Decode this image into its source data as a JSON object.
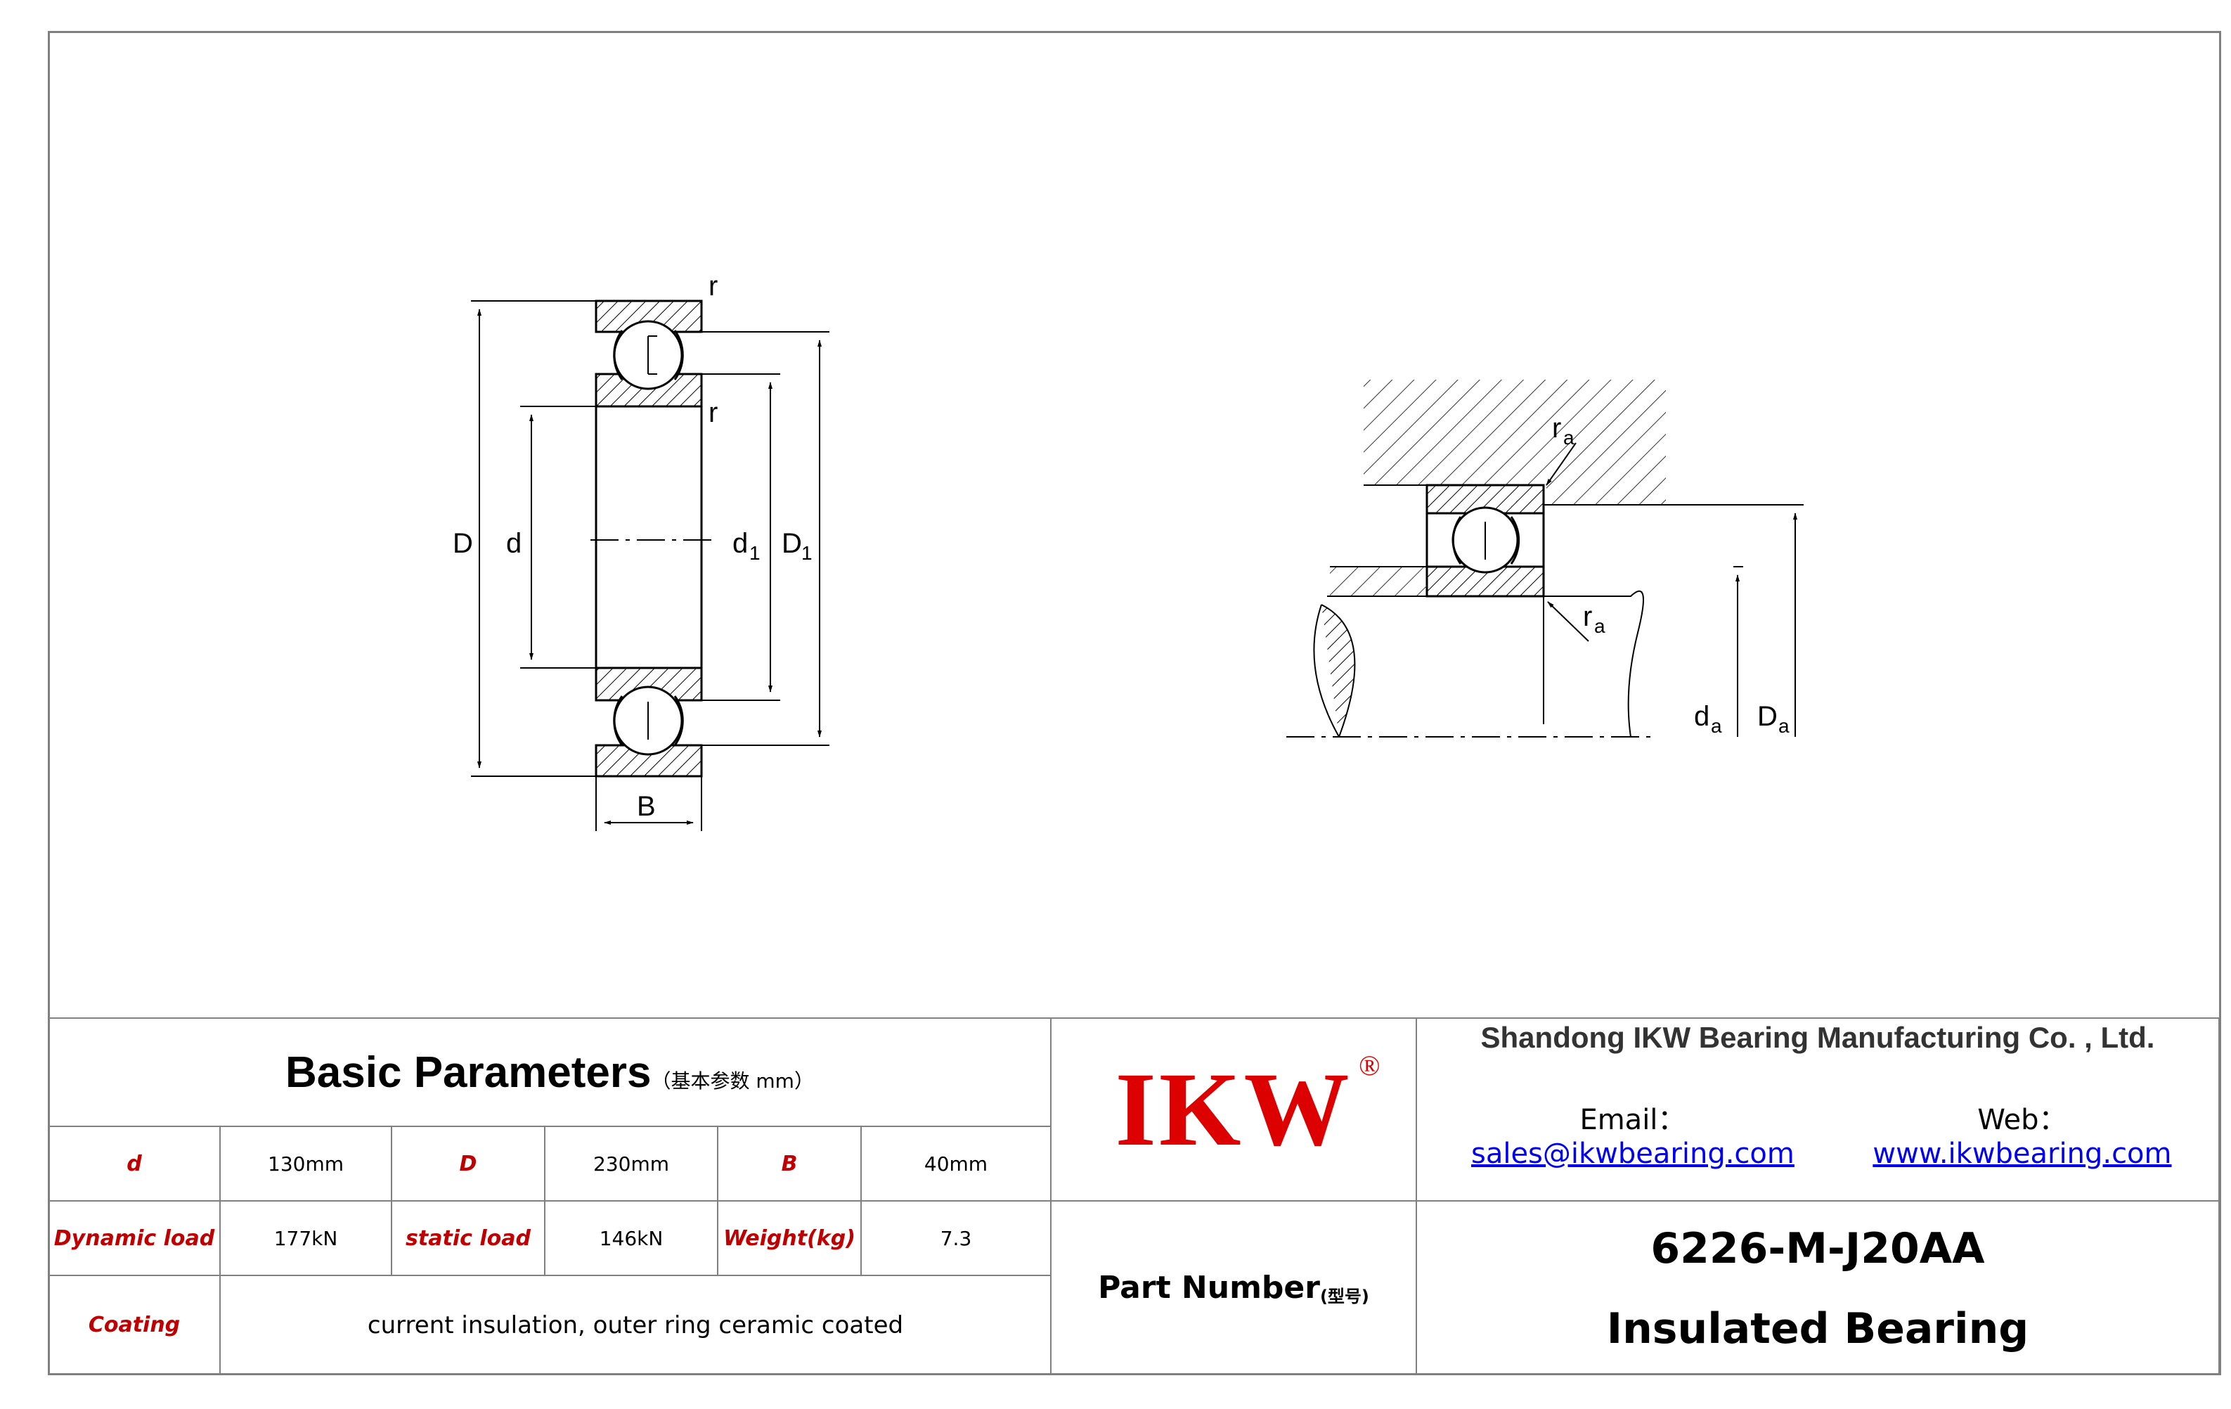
{
  "drawing": {
    "left": {
      "D": "D",
      "d": "d",
      "d1": "d",
      "d1_sub": "1",
      "D1": "D",
      "D1_sub": "1",
      "B": "B",
      "r_top": "r",
      "r_mid": "r"
    },
    "right": {
      "ra_top": "r",
      "ra_top_sub": "a",
      "ra_bot": "r",
      "ra_bot_sub": "a",
      "da": "d",
      "da_sub": "a",
      "Da": "D",
      "Da_sub": "a"
    }
  },
  "params": {
    "title": "Basic Parameters",
    "subtitle": "（基本参数 mm）",
    "rows": [
      [
        {
          "label": "d",
          "value": "130mm"
        },
        {
          "label": "D",
          "value": "230mm"
        },
        {
          "label": "B",
          "value": "40mm"
        }
      ],
      [
        {
          "label": "Dynamic load",
          "value": "177kN"
        },
        {
          "label": "static load",
          "value": "146kN"
        },
        {
          "label": "Weight(kg)",
          "value": "7.3"
        }
      ]
    ],
    "coating_label": "Coating",
    "coating_value": "current insulation, outer ring ceramic coated"
  },
  "logo": {
    "text": "IKW",
    "mark": "®",
    "color": "#dd0000"
  },
  "part_label": "Part Number",
  "part_label_sub": "(型号)",
  "company": "Shandong IKW Bearing Manufacturing Co. , Ltd.",
  "email_label": "Email：",
  "email": "sales@ikwbearing.com",
  "web_label": "Web：",
  "web": "www.ikwbearing.com",
  "part_number": "6226-M-J20AA",
  "bearing_type": "Insulated Bearing"
}
